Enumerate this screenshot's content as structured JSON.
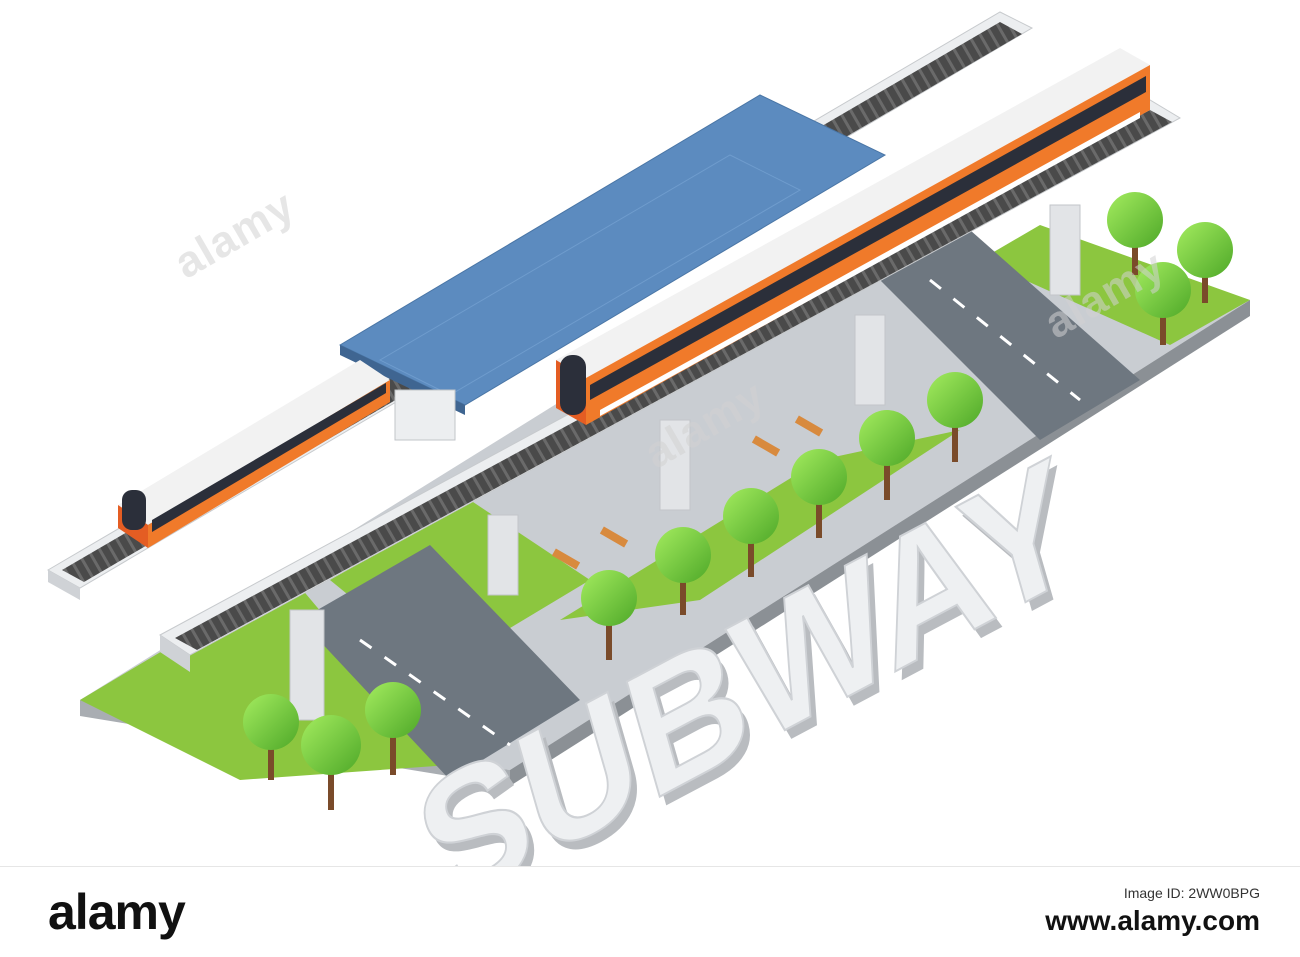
{
  "scene": {
    "title_text": "SUBWAY",
    "colors": {
      "roof": "#5c8bbf",
      "train_body": "#f2f2f2",
      "train_stripe": "#f07a2a",
      "grass": "#8cc63f",
      "road": "#6e7780",
      "concrete": "#d9dce0",
      "tree": "#7cd63e",
      "trunk": "#7a4b2a"
    }
  },
  "watermark": {
    "text": "alamy"
  },
  "footer": {
    "logo": "alamy",
    "image_id_label": "Image ID: 2WW0BPG",
    "site": "www.alamy.com"
  }
}
